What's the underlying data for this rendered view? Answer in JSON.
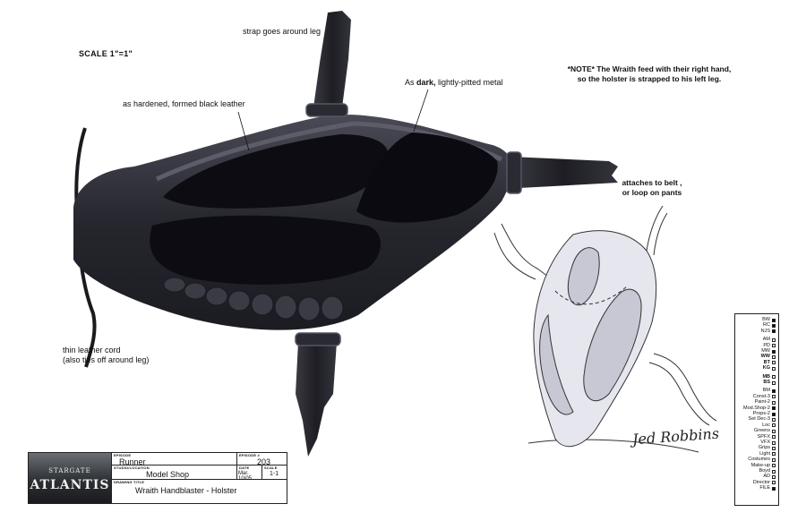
{
  "annotations": {
    "scale": "SCALE  1\"=1\"",
    "strap": "strap goes around leg",
    "leather": "as hardened, formed black leather",
    "metal_prefix": "As ",
    "metal_bold": "dark,",
    "metal_suffix": " lightly-pitted metal",
    "note_line1": "*NOTE* The Wraith feed with their right hand,",
    "note_line2": "so the holster is strapped to his left leg.",
    "belt_line1": "attaches to belt ,",
    "belt_line2": "or loop on pants",
    "cord_line1": "thin leather cord",
    "cord_line2": "(also ties off around leg)"
  },
  "signature": "Jed Robbins",
  "title_block": {
    "logo_top": "STARGATE",
    "logo_bottom": "ATLANTIS",
    "episode_label": "EPISODE",
    "episode": "Runner",
    "episode_no_label": "EPISODE #",
    "episode_no": "203",
    "studio_label": "STUDIO/LOCATION",
    "studio": "Model Shop",
    "date_label": "DATE",
    "date": "Mar. 10/05",
    "scale_label": "SCALE",
    "scale": "1-1",
    "drawing_label": "DRAWING TITLE",
    "drawing": "Wraith Handblaster - Holster"
  },
  "checklist": [
    {
      "label": "BW",
      "filled": true,
      "bold": false
    },
    {
      "label": "RC",
      "filled": true,
      "bold": false
    },
    {
      "label": "NJS",
      "filled": true,
      "bold": false
    },
    {
      "label": "",
      "filled": false,
      "bold": false,
      "spacer": true
    },
    {
      "label": "AM",
      "filled": false,
      "bold": false
    },
    {
      "label": "PD",
      "filled": false,
      "bold": false
    },
    {
      "label": "MW",
      "filled": true,
      "bold": false
    },
    {
      "label": "WW",
      "filled": false,
      "bold": true
    },
    {
      "label": "BT",
      "filled": false,
      "bold": true
    },
    {
      "label": "KG",
      "filled": false,
      "bold": true
    },
    {
      "label": "",
      "filled": false,
      "bold": false,
      "spacer": true
    },
    {
      "label": "MB",
      "filled": false,
      "bold": true
    },
    {
      "label": "BS",
      "filled": false,
      "bold": true
    },
    {
      "label": "",
      "filled": false,
      "bold": false,
      "spacer": true
    },
    {
      "label": "BM",
      "filled": true,
      "bold": false
    },
    {
      "label": "Const-3",
      "filled": false,
      "bold": false
    },
    {
      "label": "Paint-2",
      "filled": false,
      "bold": false
    },
    {
      "label": "Mod.Shop-2",
      "filled": true,
      "bold": false
    },
    {
      "label": "Props-2",
      "filled": true,
      "bold": false
    },
    {
      "label": "Set Dec-3",
      "filled": false,
      "bold": false
    },
    {
      "label": "Loc",
      "filled": false,
      "bold": false
    },
    {
      "label": "Greens",
      "filled": false,
      "bold": false
    },
    {
      "label": "SPFX",
      "filled": false,
      "bold": false
    },
    {
      "label": "VFX",
      "filled": false,
      "bold": false
    },
    {
      "label": "Grips",
      "filled": false,
      "bold": false
    },
    {
      "label": "Light",
      "filled": false,
      "bold": false
    },
    {
      "label": "Costumes",
      "filled": false,
      "bold": false
    },
    {
      "label": "Make-up",
      "filled": false,
      "bold": false
    },
    {
      "label": "Boyd",
      "filled": false,
      "bold": false
    },
    {
      "label": "AD",
      "filled": false,
      "bold": false
    },
    {
      "label": "Director",
      "filled": false,
      "bold": false
    },
    {
      "label": "FILE",
      "filled": true,
      "bold": false
    }
  ]
}
